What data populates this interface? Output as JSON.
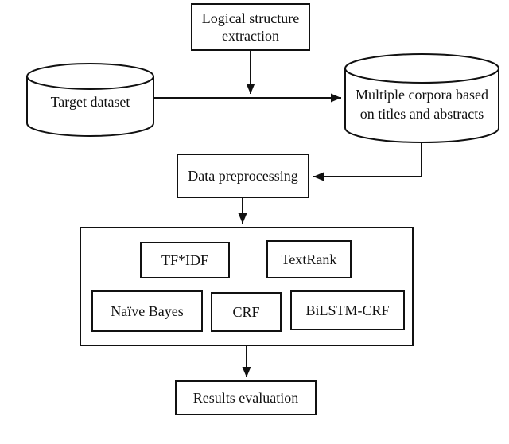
{
  "diagram": {
    "type": "flowchart",
    "colors": {
      "background": "#ffffff",
      "line": "#111111",
      "text": "#111111",
      "node_fill": "#ffffff"
    },
    "nodes": {
      "logical_structure_extraction": "Logical structure extraction",
      "target_dataset": "Target dataset",
      "multiple_corpora": "Multiple corpora based on titles and abstracts",
      "data_preprocessing": "Data preprocessing",
      "tf_idf": "TF*IDF",
      "textrank": "TextRank",
      "naive_bayes": "Naïve Bayes",
      "crf": "CRF",
      "bilstm_crf": "BiLSTM-CRF",
      "results_evaluation": "Results evaluation"
    },
    "edges": [
      "logical_structure_extraction -> flow junction (down arrow)",
      "target_dataset -> multiple_corpora (right arrow)",
      "multiple_corpora -> data_preprocessing (down then left arrow)",
      "data_preprocessing -> methods container (down arrow)",
      "methods container -> results_evaluation (down arrow)"
    ]
  }
}
